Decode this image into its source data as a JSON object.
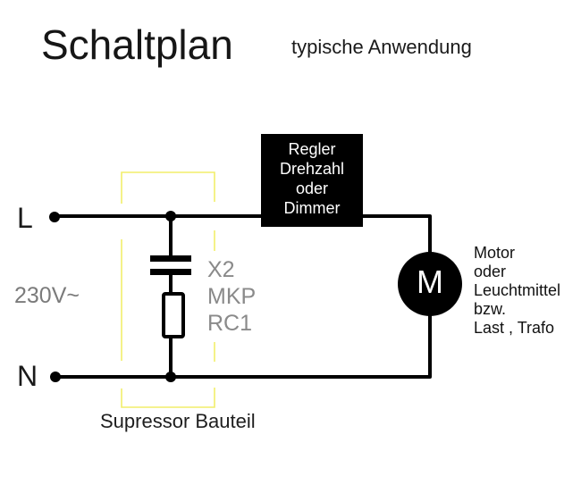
{
  "title": "Schaltplan",
  "subtitle": "typische Anwendung",
  "terminals": {
    "line": "L",
    "neutral": "N"
  },
  "voltage": "230V~",
  "suppressor": {
    "labels": [
      "X2",
      "MKP",
      "RC1"
    ],
    "caption": "Supressor Bauteil"
  },
  "controller": {
    "lines": [
      "Regler",
      "Drehzahl",
      "oder",
      "Dimmer"
    ]
  },
  "motor": {
    "symbol": "M"
  },
  "load": {
    "lines": [
      "Motor",
      "oder",
      "Leuchtmittel",
      "bzw.",
      "Last , Trafo"
    ]
  },
  "colors": {
    "wire": "#000000",
    "bracket": "#f2ee6a",
    "component_label": "#8a8a8a",
    "voltage_label": "#7b7b7b"
  }
}
